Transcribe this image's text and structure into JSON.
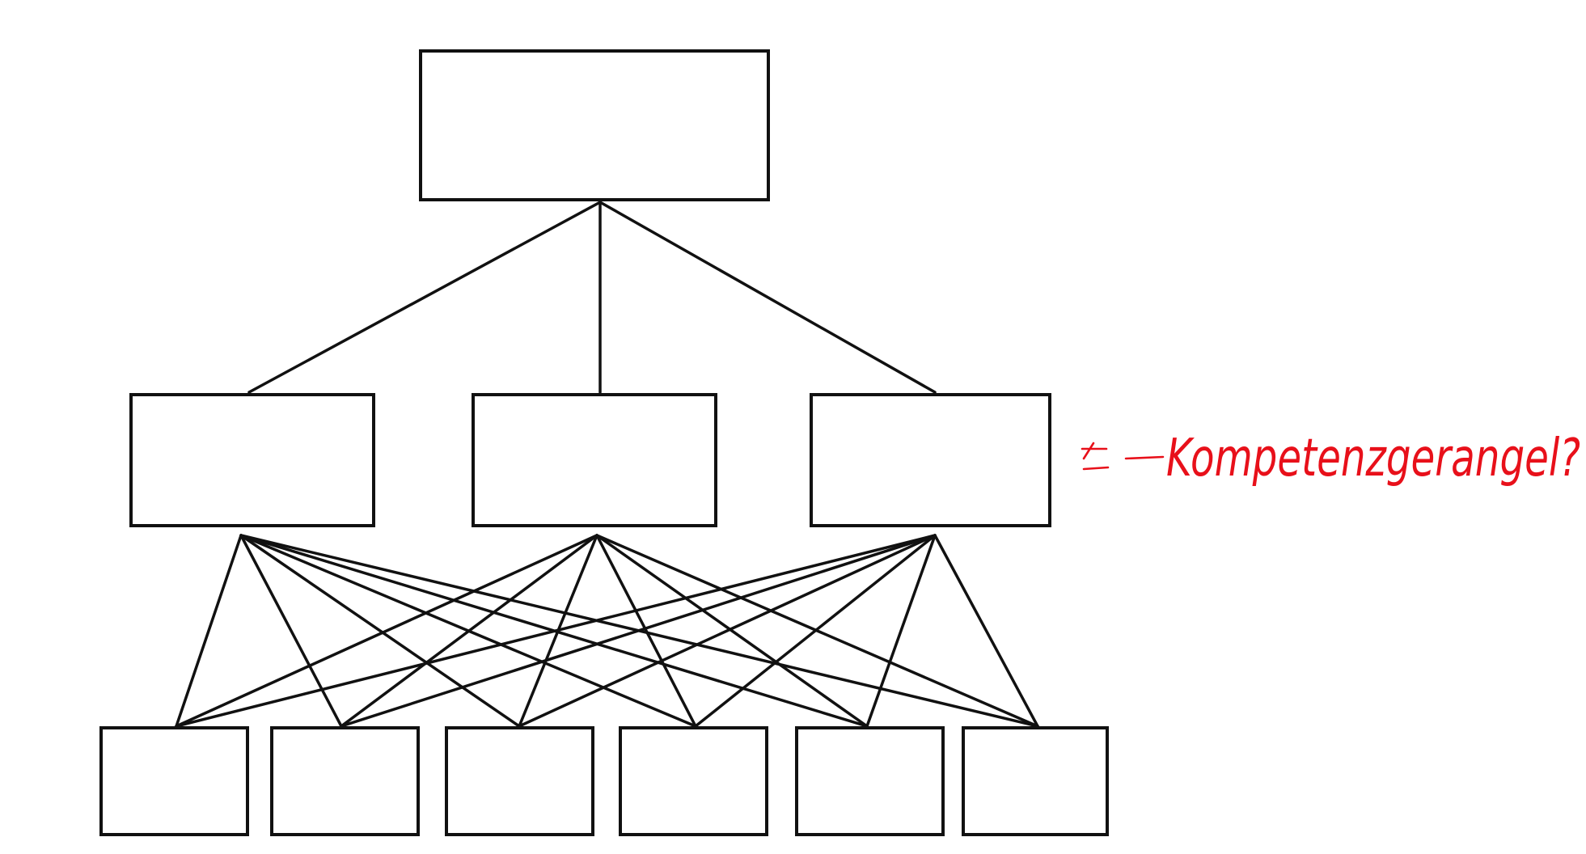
{
  "diagram": {
    "type": "org-chart",
    "levels": [
      {
        "level": 1,
        "boxes": 1
      },
      {
        "level": 2,
        "boxes": 3
      },
      {
        "level": 3,
        "boxes": 6
      }
    ],
    "connections": "top box connects to each middle box; every middle box connects to every bottom box",
    "annotation": {
      "text": "Kompetenzgerangel?",
      "target": "middle-box-3",
      "color": "#e8101a"
    },
    "colors": {
      "line": "#111111",
      "box_fill": "#ffffff",
      "annotation": "#e8101a"
    }
  }
}
